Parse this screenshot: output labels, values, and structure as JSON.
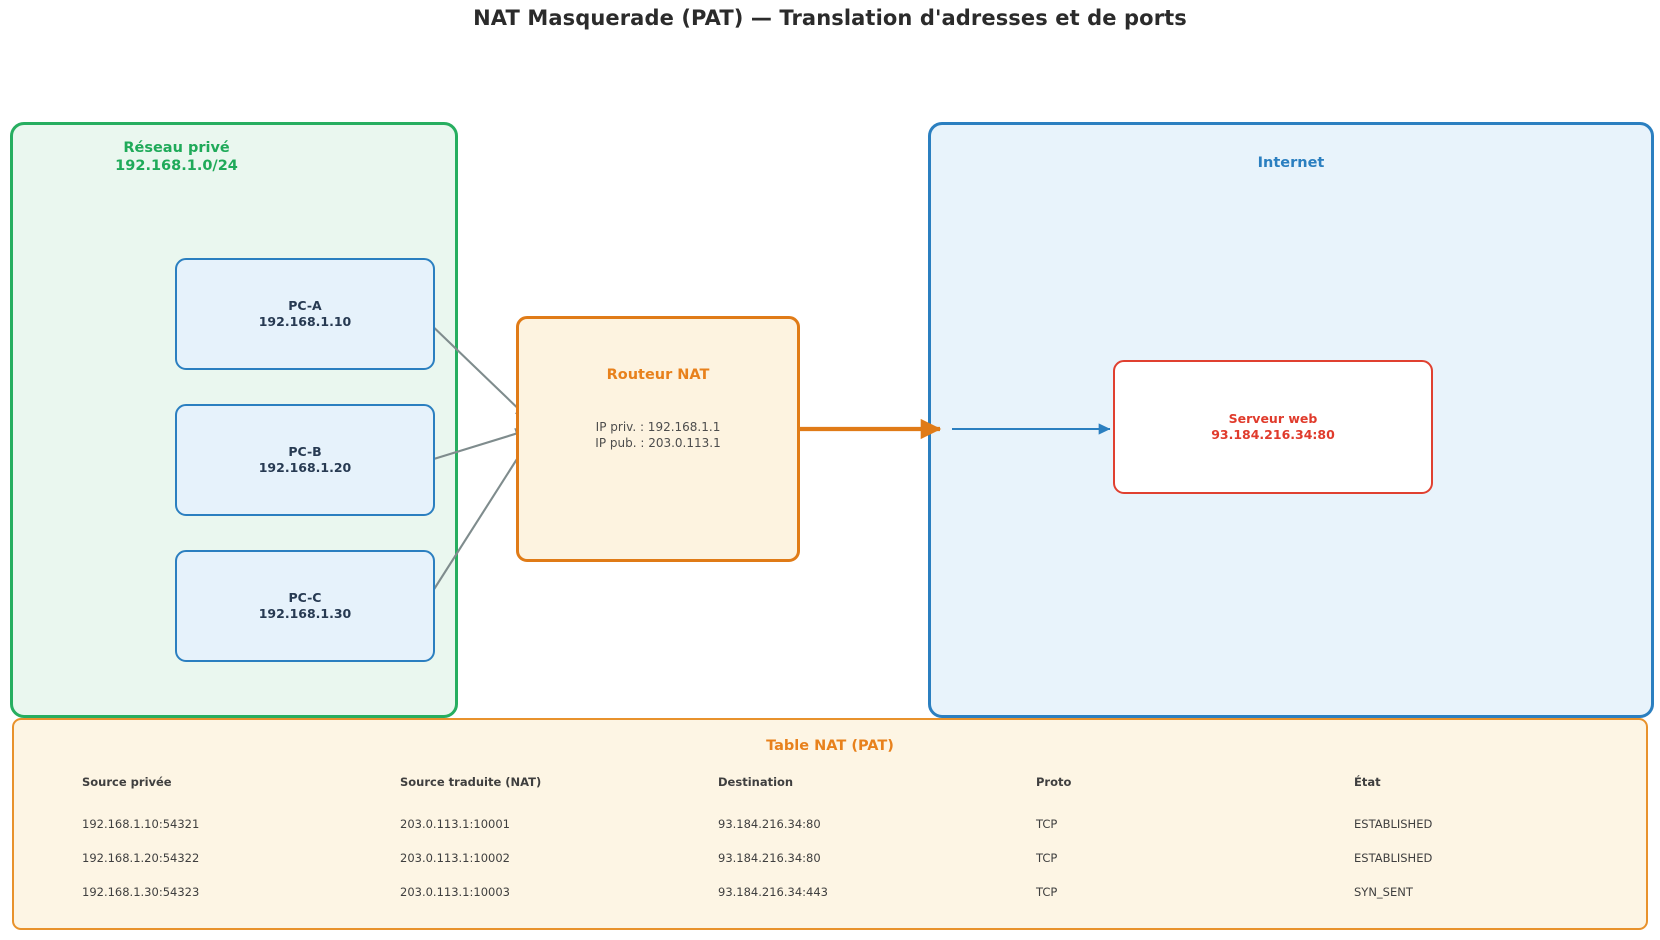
{
  "title": "NAT Masquerade (PAT) — Translation d'adresses et de ports",
  "zones": {
    "private": {
      "label": "Réseau privé\n192.168.1.0/24",
      "color": "#1faa59",
      "border_color": "#27ae60",
      "fill": "#eaf7ef"
    },
    "internet": {
      "label": "Internet",
      "color": "#2b7fc0",
      "border_color": "#2b7fc0",
      "fill": "#e8f3fb"
    }
  },
  "nodes": {
    "pc_a": {
      "label": "PC-A\n192.168.1.10"
    },
    "pc_b": {
      "label": "PC-B\n192.168.1.20"
    },
    "pc_c": {
      "label": "PC-C\n192.168.1.30"
    },
    "router": {
      "title": "Routeur NAT",
      "details": "IP priv. : 192.168.1.1\nIP pub. : 203.0.113.1",
      "color": "#e8811c"
    },
    "server": {
      "label": "Serveur web\n93.184.216.34:80",
      "color": "#e03b2c"
    }
  },
  "links": {
    "lan_arrow_color": "#7f8c8d",
    "wan_arrow_color": "#e07b17",
    "server_link_color": "#2b7fc0"
  },
  "nat_table": {
    "title": "Table NAT (PAT)",
    "headers": [
      "Source privée",
      "Source traduite (NAT)",
      "Destination",
      "Proto",
      "État"
    ],
    "rows": [
      [
        "192.168.1.10:54321",
        "203.0.113.1:10001",
        "93.184.216.34:80",
        "TCP",
        "ESTABLISHED"
      ],
      [
        "192.168.1.20:54322",
        "203.0.113.1:10002",
        "93.184.216.34:80",
        "TCP",
        "ESTABLISHED"
      ],
      [
        "192.168.1.30:54323",
        "203.0.113.1:10003",
        "93.184.216.34:443",
        "TCP",
        "SYN_SENT"
      ]
    ]
  }
}
